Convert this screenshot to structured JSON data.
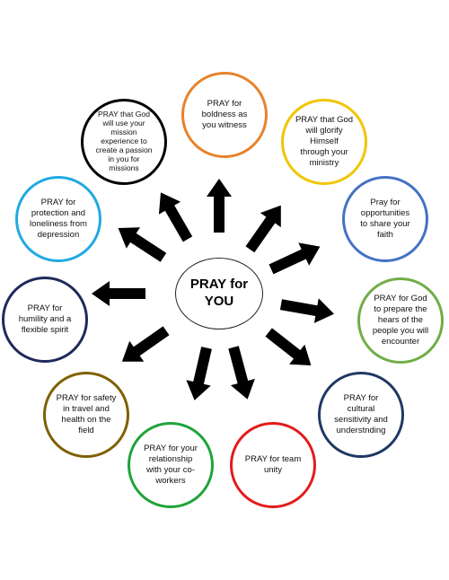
{
  "center": {
    "label": "PRAY for\nYOU"
  },
  "nodes": [
    {
      "id": "boldness",
      "label": "PRAY for\nboldness as\nyou witness",
      "color": "#E8822A"
    },
    {
      "id": "glorify",
      "label": "PRAY that God\nwill glorify\nHimself\nthrough your\nministry",
      "color": "#F2C500"
    },
    {
      "id": "opportunities",
      "label": "Pray for\nopportunities\nto share your\nfaith",
      "color": "#4472C4"
    },
    {
      "id": "prepare",
      "label": "PRAY for God\nto prepare the\nhears of the\npeople you will\nencounter",
      "color": "#70AD47"
    },
    {
      "id": "cultural",
      "label": "PRAY for\ncultural\nsensitivity and\nunderstnding",
      "color": "#1F3864"
    },
    {
      "id": "team",
      "label": "PRAY for team\nunity",
      "color": "#E31B1B"
    },
    {
      "id": "relationship",
      "label": "PRAY for your\nrelationship\nwith your co-\nworkers",
      "color": "#1FA33A"
    },
    {
      "id": "safety",
      "label": "PRAY for safety\nin travel and\nhealth on the\nfield",
      "color": "#7F6000"
    },
    {
      "id": "humility",
      "label": "PRAY for\nhumility and a\nflexible spirit",
      "color": "#1F2A5A"
    },
    {
      "id": "protection",
      "label": "PRAY for\nprotection and\nloneliness from\ndepression",
      "color": "#21A9E1"
    },
    {
      "id": "passion",
      "label": "PRAY that God\nwill use your\nmission\nexperience to\ncreate a passion\nin you for\nmissions",
      "color": "#000000"
    }
  ]
}
